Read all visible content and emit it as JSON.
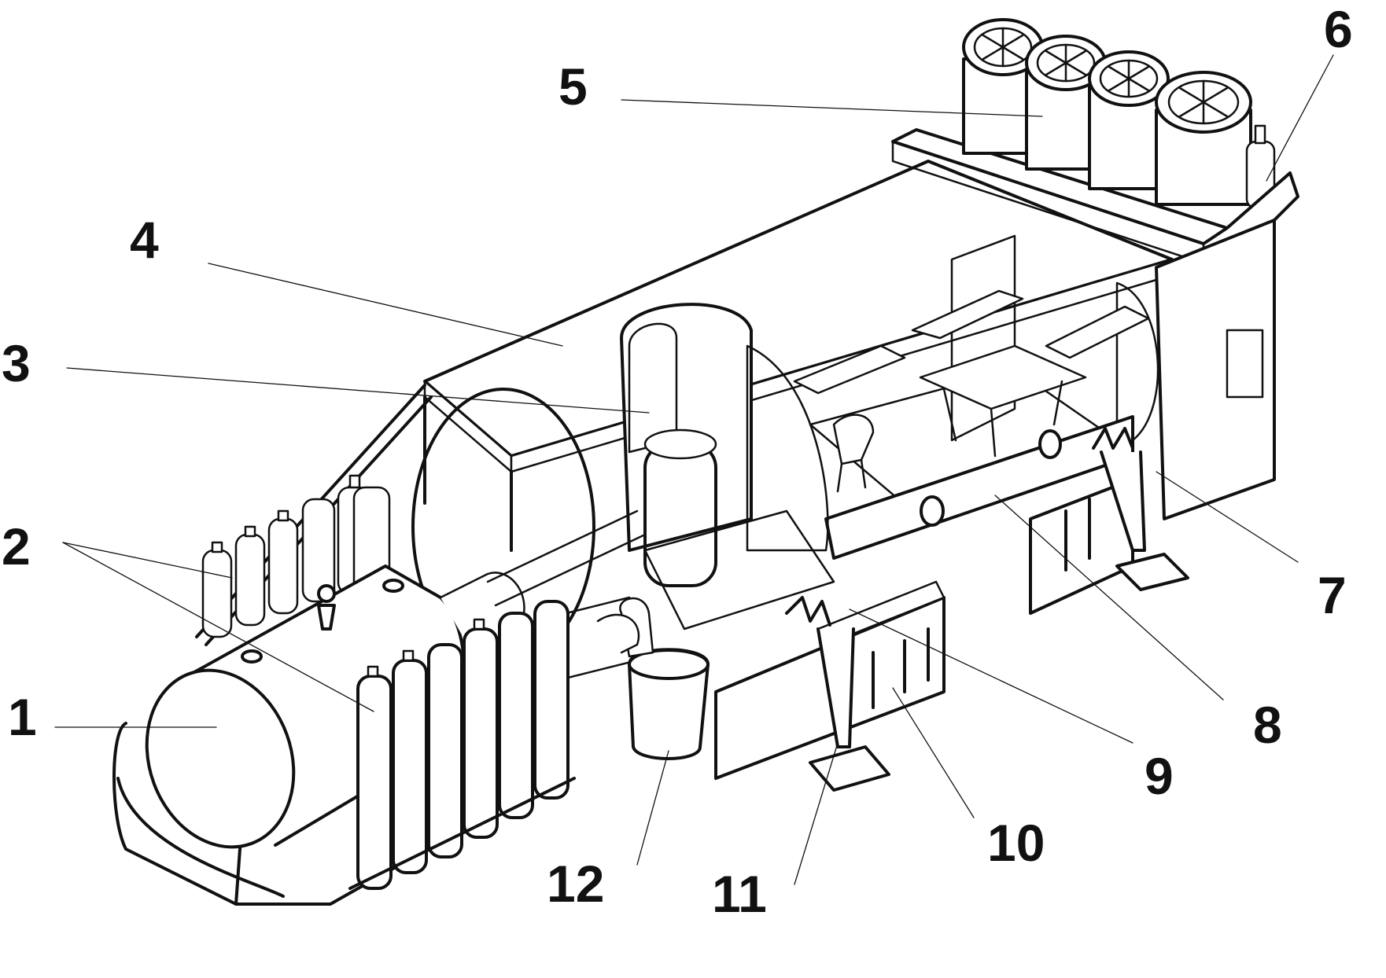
{
  "diagram": {
    "callouts": [
      {
        "id": "c1",
        "label": "1"
      },
      {
        "id": "c2",
        "label": "2"
      },
      {
        "id": "c3",
        "label": "3"
      },
      {
        "id": "c4",
        "label": "4"
      },
      {
        "id": "c5",
        "label": "5"
      },
      {
        "id": "c6",
        "label": "6"
      },
      {
        "id": "c7",
        "label": "7"
      },
      {
        "id": "c8",
        "label": "8"
      },
      {
        "id": "c9",
        "label": "9"
      },
      {
        "id": "c10",
        "label": "10"
      },
      {
        "id": "c11",
        "label": "11"
      },
      {
        "id": "c12",
        "label": "12"
      }
    ],
    "style": {
      "ink": "#111111",
      "paper": "#ffffff"
    }
  }
}
